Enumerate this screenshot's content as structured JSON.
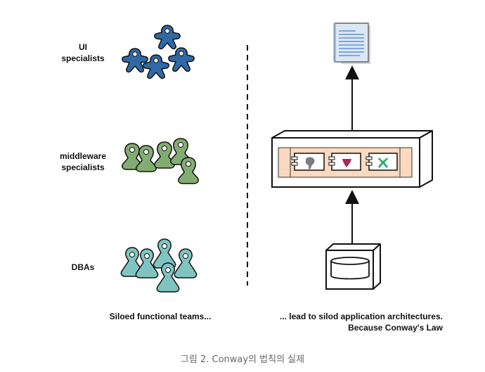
{
  "groups": {
    "ui": {
      "line1": "UI",
      "line2": "specialists",
      "color": "#2f6aa5"
    },
    "middleware": {
      "line1": "middleware",
      "line2": "specialists",
      "color": "#82ad72"
    },
    "dba": {
      "line1": "DBAs",
      "color": "#80c4c2"
    }
  },
  "captions": {
    "left": "Siloed functional teams...",
    "right_line1": "... lead to silod application architectures.",
    "right_line2": "Because Conway's Law"
  },
  "figure_caption": "그림 2. Conway의 법칙의 실제",
  "colors": {
    "document_fill": "#dbe7f5",
    "document_lines": "#4a7fc0",
    "app_band": "#fbd9bf",
    "component_gray": "#7c7c7c",
    "component_heart": "#a8285a",
    "component_x": "#2bab6d"
  }
}
